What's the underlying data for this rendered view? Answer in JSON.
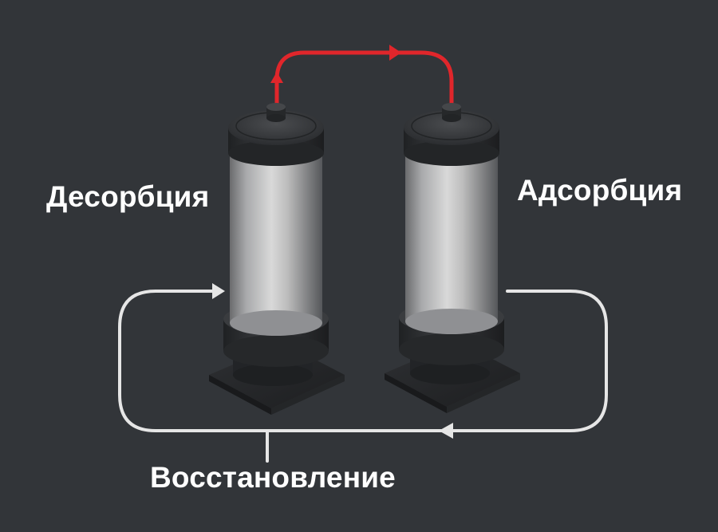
{
  "diagram": {
    "title": "Adsorption / desorption column cycle",
    "background_color": "#323539",
    "labels": {
      "desorption": "Десорбция",
      "adsorption": "Адсорбция",
      "regeneration": "Восстановление"
    },
    "nodes": [
      {
        "id": "column-left",
        "role": "desorption column",
        "position": "left"
      },
      {
        "id": "column-right",
        "role": "adsorption column",
        "position": "right"
      }
    ],
    "edges": [
      {
        "from": "column-left",
        "to": "column-right",
        "path": "top",
        "color": "#e0262b",
        "direction": "left-to-right"
      },
      {
        "from": "column-right",
        "to": "column-left",
        "path": "bottom-loop",
        "color": "#e6e6e6",
        "direction": "right-to-left",
        "label": "Восстановление"
      }
    ],
    "colors": {
      "hot_flow": "#e0262b",
      "return_flow": "#e6e6e6",
      "column_body": "#b5b5b5",
      "column_cap": "#2f3133",
      "text": "#ffffff"
    }
  }
}
